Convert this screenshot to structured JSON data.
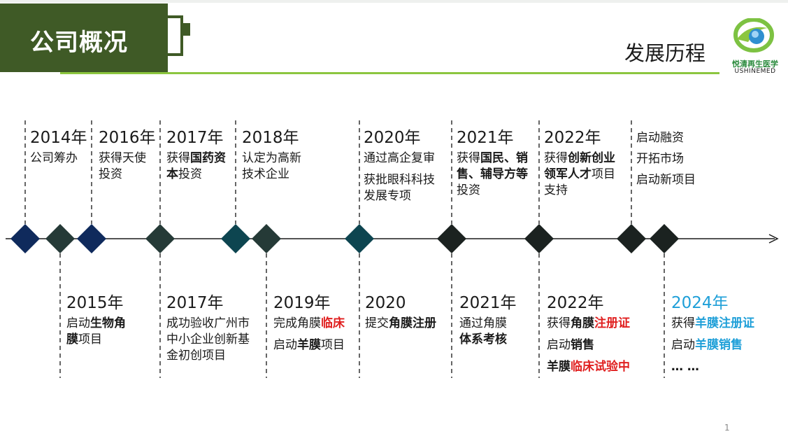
{
  "header": {
    "title": "公司概况",
    "subtitle": "发展历程",
    "logo_cn": "悦清再生医学",
    "logo_en": "USHINEMED"
  },
  "colors": {
    "header_green": "#3f5a26",
    "accent_line": "#8cc63f",
    "diamond_navy": "#0f2a5c",
    "diamond_slate": "#253a37",
    "diamond_teal": "#0d4550",
    "diamond_dark": "#1b2220",
    "highlight_red": "#e02020",
    "highlight_blue": "#1e9fd8"
  },
  "top_events": [
    {
      "year": "2014年",
      "lines": [
        [
          {
            "t": "公司筹办"
          }
        ]
      ]
    },
    {
      "year": "2016年",
      "lines": [
        [
          {
            "t": "获得天使"
          }
        ],
        [
          {
            "t": "投资"
          }
        ]
      ]
    },
    {
      "year": "2017年",
      "lines": [
        [
          {
            "t": "获得"
          },
          {
            "t": "国药资",
            "s": "b"
          }
        ],
        [
          {
            "t": "本",
            "s": "b"
          },
          {
            "t": "投资"
          }
        ]
      ]
    },
    {
      "year": "2018年",
      "lines": [
        [
          {
            "t": "认定为高新"
          }
        ],
        [
          {
            "t": "技术企业"
          }
        ]
      ]
    },
    {
      "year": "2020年",
      "lines": [
        [
          {
            "t": "通过高企复审"
          }
        ],
        [
          {
            "t": " ",
            "gap": true
          }
        ],
        [
          {
            "t": "获批眼科科技"
          }
        ],
        [
          {
            "t": "发展专项"
          }
        ]
      ]
    },
    {
      "year": "2021年",
      "lines": [
        [
          {
            "t": "获得"
          },
          {
            "t": "国民、销",
            "s": "b"
          }
        ],
        [
          {
            "t": "售、辅导方等",
            "s": "b"
          }
        ],
        [
          {
            "t": "投资"
          }
        ]
      ]
    },
    {
      "year": "2022年",
      "lines": [
        [
          {
            "t": "获得"
          },
          {
            "t": "创新创业",
            "s": "b"
          }
        ],
        [
          {
            "t": "领军人才",
            "s": "b"
          },
          {
            "t": "项目"
          }
        ],
        [
          {
            "t": "支持"
          }
        ]
      ]
    },
    {
      "year": "",
      "lines": [
        [
          {
            "t": "启动融资"
          }
        ],
        [
          {
            "t": "开拓市场"
          }
        ],
        [
          {
            "t": "启动新项目"
          }
        ]
      ]
    }
  ],
  "bottom_events": [
    {
      "year": "2015年",
      "lines": [
        [
          {
            "t": "启动"
          },
          {
            "t": "生物角",
            "s": "b"
          }
        ],
        [
          {
            "t": "膜",
            "s": "b"
          },
          {
            "t": "项目"
          }
        ]
      ]
    },
    {
      "year": "2017年",
      "lines": [
        [
          {
            "t": "成功验收广州市"
          }
        ],
        [
          {
            "t": "中小企业创新基"
          }
        ],
        [
          {
            "t": "金初创项目"
          }
        ]
      ]
    },
    {
      "year": "2019年",
      "lines": [
        [
          {
            "t": "完成角膜"
          },
          {
            "t": "临床",
            "s": "red"
          }
        ],
        [
          {
            "t": " ",
            "gap": true
          }
        ],
        [
          {
            "t": "启动"
          },
          {
            "t": "羊膜",
            "s": "b"
          },
          {
            "t": "项目"
          }
        ]
      ]
    },
    {
      "year": "2020",
      "lines": [
        [
          {
            "t": "提交"
          },
          {
            "t": "角膜注册",
            "s": "b"
          }
        ]
      ]
    },
    {
      "year": "2021年",
      "lines": [
        [
          {
            "t": "通过角膜"
          }
        ],
        [
          {
            "t": "体系考核",
            "s": "b"
          }
        ]
      ]
    },
    {
      "year": "2022年",
      "lines": [
        [
          {
            "t": "获得"
          },
          {
            "t": "角膜",
            "s": "b"
          },
          {
            "t": "注册证",
            "s": "red"
          }
        ],
        [
          {
            "t": " ",
            "gap": true
          }
        ],
        [
          {
            "t": "启动"
          },
          {
            "t": "销售",
            "s": "b"
          }
        ],
        [
          {
            "t": " ",
            "gap": true
          }
        ],
        [
          {
            "t": "羊膜",
            "s": "b"
          },
          {
            "t": "临床试验中",
            "s": "red"
          }
        ]
      ]
    },
    {
      "year": "2024年",
      "year_style": "blue",
      "lines": [
        [
          {
            "t": "获得"
          },
          {
            "t": "羊膜注册证",
            "s": "blue"
          }
        ],
        [
          {
            "t": " ",
            "gap": true
          }
        ],
        [
          {
            "t": "启动"
          },
          {
            "t": "羊膜销售",
            "s": "blue"
          }
        ],
        [
          {
            "t": " ",
            "gap": true
          }
        ],
        [
          {
            "t": "… …",
            "s": "b"
          }
        ]
      ]
    }
  ],
  "page_number": "1"
}
